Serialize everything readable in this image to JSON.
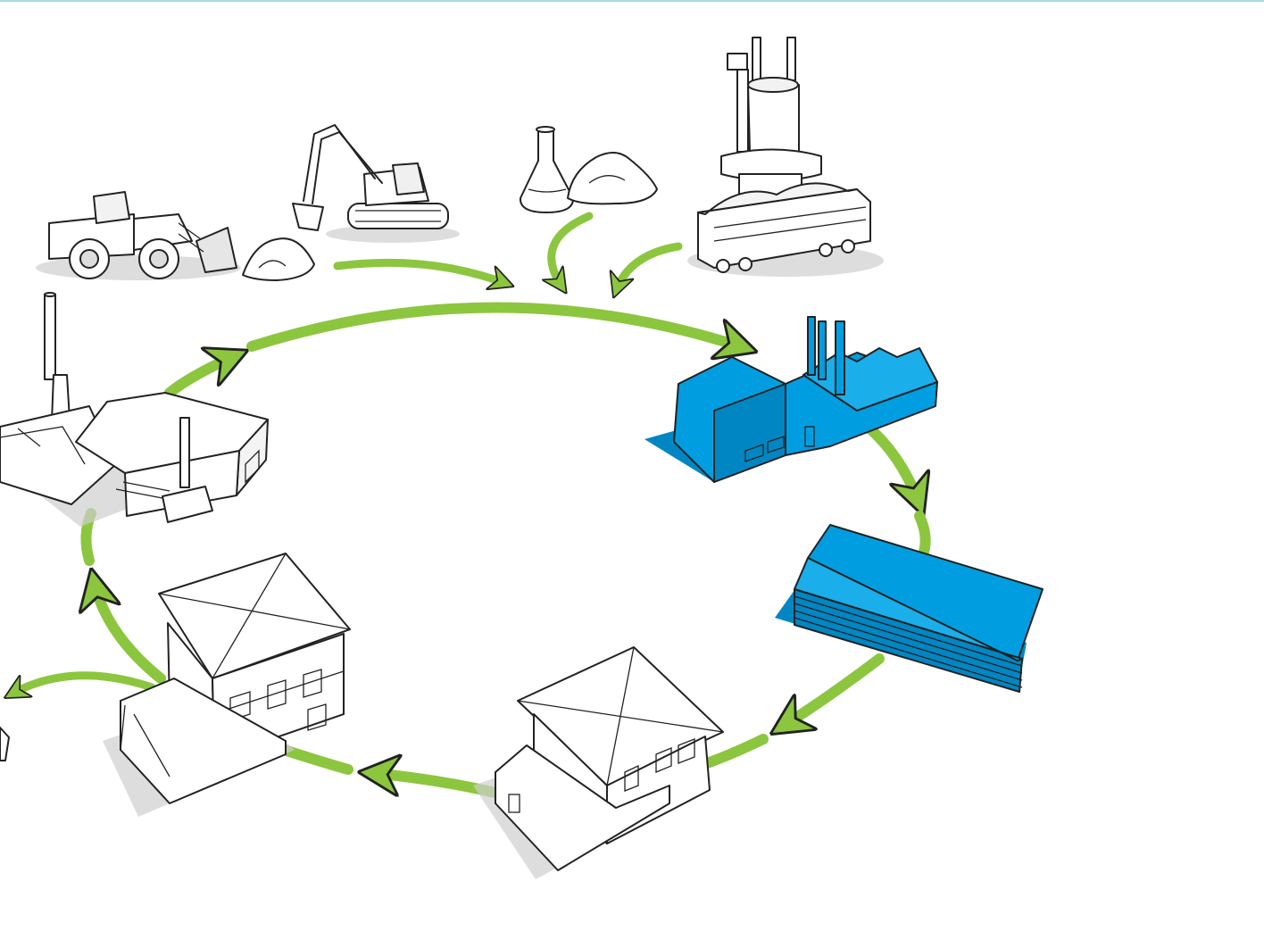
{
  "diagram": {
    "nodes": [
      {
        "id": "wheel-loader",
        "icon": "wheel-loader-icon"
      },
      {
        "id": "excavator",
        "icon": "excavator-icon"
      },
      {
        "id": "sand-pile",
        "icon": "sand-pile-icon"
      },
      {
        "id": "chemicals",
        "icon": "flask-and-powder-icon"
      },
      {
        "id": "lime-kiln-and-railcar",
        "icon": "kiln-railcar-icon"
      },
      {
        "id": "factory",
        "icon": "factory-icon"
      },
      {
        "id": "board-stack",
        "icon": "board-stack-icon"
      },
      {
        "id": "new-house",
        "icon": "house-icon"
      },
      {
        "id": "old-house",
        "icon": "house-icon"
      },
      {
        "id": "recycling-plant",
        "icon": "recycling-plant-icon"
      }
    ],
    "edges": [
      [
        "excavator",
        "factory"
      ],
      [
        "chemicals",
        "factory"
      ],
      [
        "lime-kiln-and-railcar",
        "factory"
      ],
      [
        "recycling-plant",
        "factory"
      ],
      [
        "factory",
        "board-stack"
      ],
      [
        "board-stack",
        "new-house"
      ],
      [
        "new-house",
        "old-house"
      ],
      [
        "old-house",
        "recycling-plant"
      ],
      [
        "old-house",
        "off-page"
      ]
    ]
  },
  "colors": {
    "arrow": "#8cc63f",
    "highlight": "#009ee0",
    "top_rule": "#a8d8e8",
    "outline": "#222222",
    "shadow": "#cfcfcf"
  }
}
